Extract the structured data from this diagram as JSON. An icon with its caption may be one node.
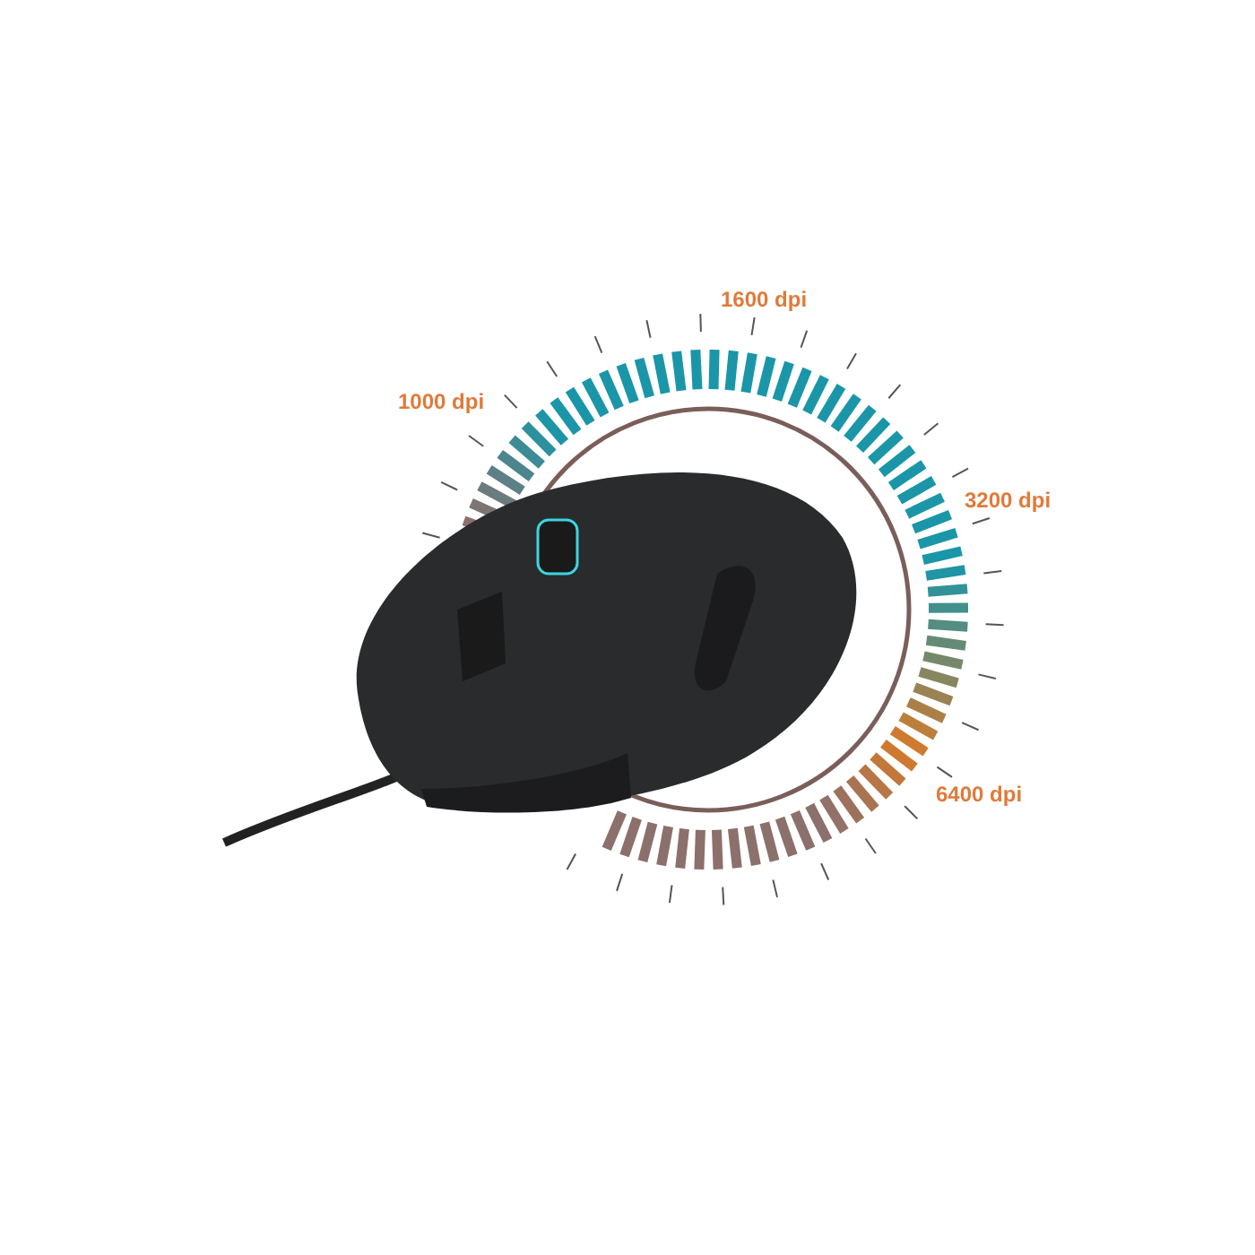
{
  "diagram": {
    "labels": [
      "1600 dpi",
      "1000 dpi",
      "3200 dpi",
      "6400 dpi"
    ]
  }
}
